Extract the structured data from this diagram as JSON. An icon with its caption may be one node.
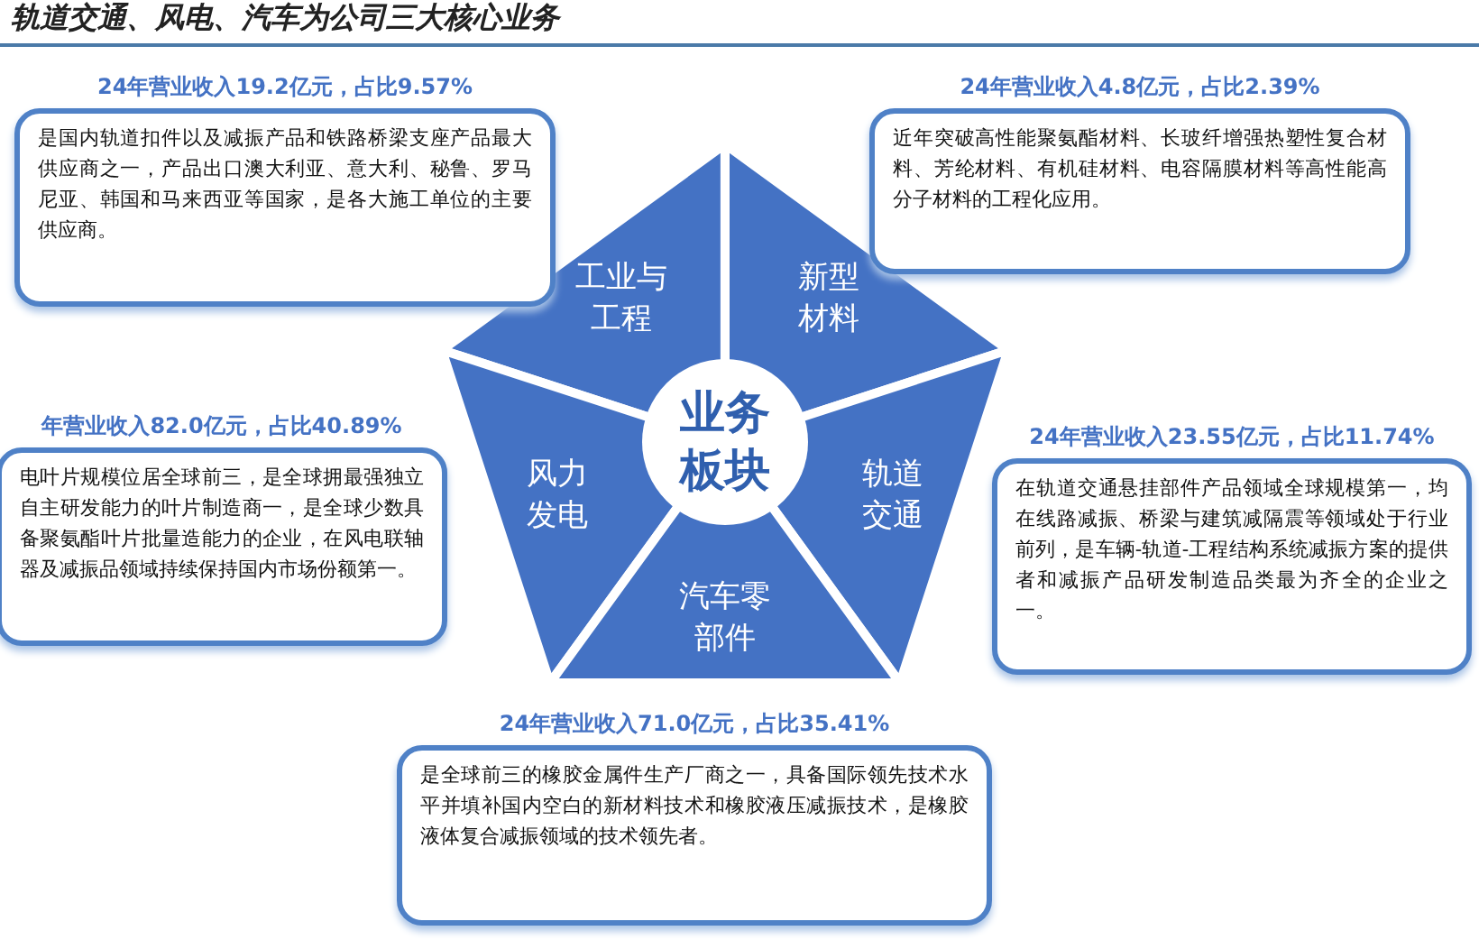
{
  "diagram": {
    "title": "轨道交通、风电、汽车为公司三大核心业务",
    "nodes": [
      {
        "text": [
          "24年营业收入19.2亿元，占比9.57%",
          "是国内轨道扣件以及减振产品和铁路桥梁支座产品最大供应商之一，产品出口澳大利亚、意大利、秘鲁、罗马尼亚、韩国和马来西亚等国家，是各大施工单位的主要供应商。"
        ]
      },
      {
        "text": [
          "24年营业收入4.8亿元，占比2.39%",
          "近年突破高性能聚氨酯材料、长玻纤增强热塑性复合材料、芳纶材料、有机硅材料、电容隔膜材料等高性能高分子材料的工程化应用。"
        ]
      },
      {
        "text": [
          "工业与工程"
        ]
      },
      {
        "text": [
          "新型材料"
        ]
      },
      {
        "text": [
          "业务板块"
        ]
      },
      {
        "text": [
          "风力发电"
        ]
      },
      {
        "text": [
          "轨道交通"
        ]
      },
      {
        "text": [
          "年营业收入82.0亿元，占比40.89%",
          "电叶片规模位居全球前三，是全球拥最强独立自主研发能力的叶片制造商一，是全球少数具备聚氨酯叶片批量造能力的企业，在风电联轴器及减振品领域持续保持国内市场份额第一。"
        ]
      },
      {
        "text": [
          "24年营业收入23.55亿元，占比11.74%",
          "在轨道交通悬挂部件产品领域全球规模第一，均在线路减振、桥梁与建筑减隔震等领域处于行业前列，是车辆-轨道-工程结构系统减振方案的提供者和减振产品研发制造品类最为齐全的企业之一。"
        ]
      },
      {
        "text": [
          "汽车零部件"
        ]
      },
      {
        "text": [
          "24年营业收入71.0亿元，占比35.41%",
          "是全球前三的橡胶金属件生产厂商之一，具备国际领先技术水平并填补国内空白的新材料技术和橡胶液压减振技术，是橡胶液体复合减振领域的技术领先者。"
        ]
      }
    ]
  }
}
